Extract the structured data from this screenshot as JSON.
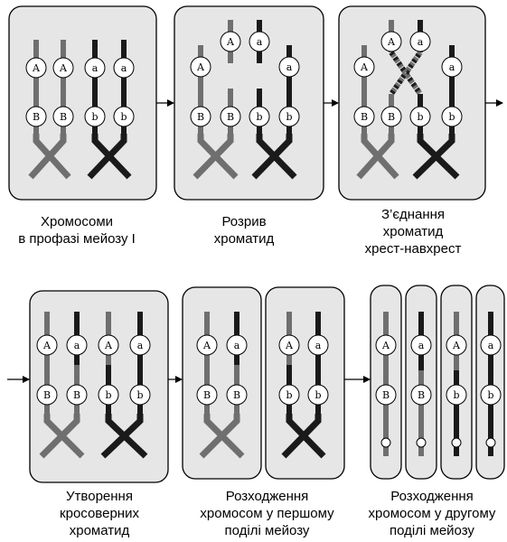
{
  "colors": {
    "panel_fill": "#e6e6e6",
    "panel_border": "#000000",
    "chromatid_grey": "#6f6f6f",
    "chromatid_black": "#1a1a1a",
    "gene_fill": "#ffffff"
  },
  "captions": {
    "c1": "Хромосоми\nв профазі мейозу I",
    "c2": "Розрив\nхроматид",
    "c3": "З’єднання\nхроматид\nхрест-навхрест",
    "c4": "Утворення\nкросоверних\nхроматид",
    "c5": "Розходження\nхромосом у першому\nподілі мейозу",
    "c6": "Розходження\nхромосом у другому\nподілі мейозу"
  },
  "genes": {
    "A": "A",
    "a": "a",
    "B": "B",
    "b": "b"
  }
}
